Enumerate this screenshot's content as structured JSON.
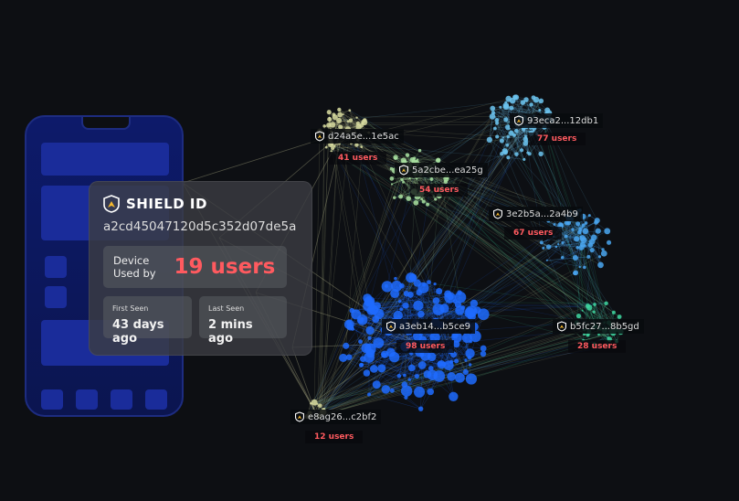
{
  "card": {
    "title": "SHIELD ID",
    "device_id": "a2cd45047120d5c352d07de5a",
    "used_by_label_1": "Device",
    "used_by_label_2": "Used by",
    "used_by_value": "19 users",
    "first_seen_label": "First Seen",
    "first_seen_value": "43 days ago",
    "last_seen_label": "Last Seen",
    "last_seen_value": "2 mins ago"
  },
  "clusters": [
    {
      "id": "d24a5e...1e5ac",
      "users": "41 users",
      "color": "#d8dca0",
      "count": 45
    },
    {
      "id": "5a2cbe...ea25g",
      "users": "54 users",
      "color": "#a8e0a0",
      "count": 55
    },
    {
      "id": "93eca2...12db1",
      "users": "77 users",
      "color": "#6cc4f0",
      "count": 70
    },
    {
      "id": "3e2b5a...2a4b9",
      "users": "67 users",
      "color": "#4aa6f0",
      "count": 60
    },
    {
      "id": "a3eb14...b5ce9",
      "users": "98 users",
      "color": "#1f6bff",
      "count": 150
    },
    {
      "id": "b5fc27...8b5gd",
      "users": "28 users",
      "color": "#3ed6a0",
      "count": 35
    },
    {
      "id": "e8ag26...c2bf2",
      "users": "12 users",
      "color": "#d8dca0",
      "count": 12
    }
  ],
  "colors": {
    "accent": "#ff5a5f",
    "copy": "#3b82f6"
  }
}
